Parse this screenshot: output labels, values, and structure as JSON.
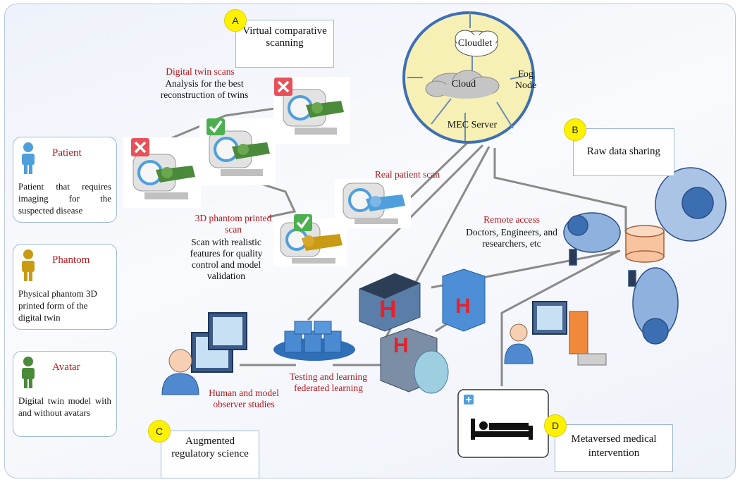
{
  "cards": [
    {
      "title": "Patient",
      "desc": "Patient that requires imaging for the suspected disease",
      "color": "#4f9fdc"
    },
    {
      "title": "Phantom",
      "desc": "Physical phantom 3D printed form of the digital twin",
      "color": "#c99a14"
    },
    {
      "title": "Avatar",
      "desc": "Digital twin model with and without avatars",
      "color": "#4a8a3a"
    }
  ],
  "badges": {
    "a": "A",
    "b": "B",
    "c": "C",
    "d": "D"
  },
  "boxes": {
    "a": "Virtual comparative scanning",
    "b": "Raw data sharing",
    "c": "Augmented regulatory science",
    "d": "Metaversed medical intervention"
  },
  "cloud_circle": {
    "cloudlet": "Cloudlet",
    "cloud": "Cloud",
    "fog_node": "Fog Node",
    "mec_server": "MEC Server"
  },
  "labels": {
    "digital_twin_scans_title": "Digital twin scans",
    "digital_twin_scans_desc": "Analysis for the best reconstruction of twins",
    "real_patient_scan": "Real patient scan",
    "phantom_scan_title": "3D phantom printed scan",
    "phantom_scan_desc": "Scan with realistic features for quality control and model validation",
    "remote_access_title": "Remote access",
    "remote_access_desc": "Doctors, Engineers, and researchers, etc",
    "testing_learning": "Testing and learning federated learning",
    "observer_studies": "Human and model observer studies"
  },
  "colors": {
    "red_text": "#b5171c",
    "cloud_fill": "#f7f0b4",
    "network_line": "#8e8e8e",
    "scanner_blue": "#4f9fdc",
    "badge_yellow": "#fff200"
  }
}
